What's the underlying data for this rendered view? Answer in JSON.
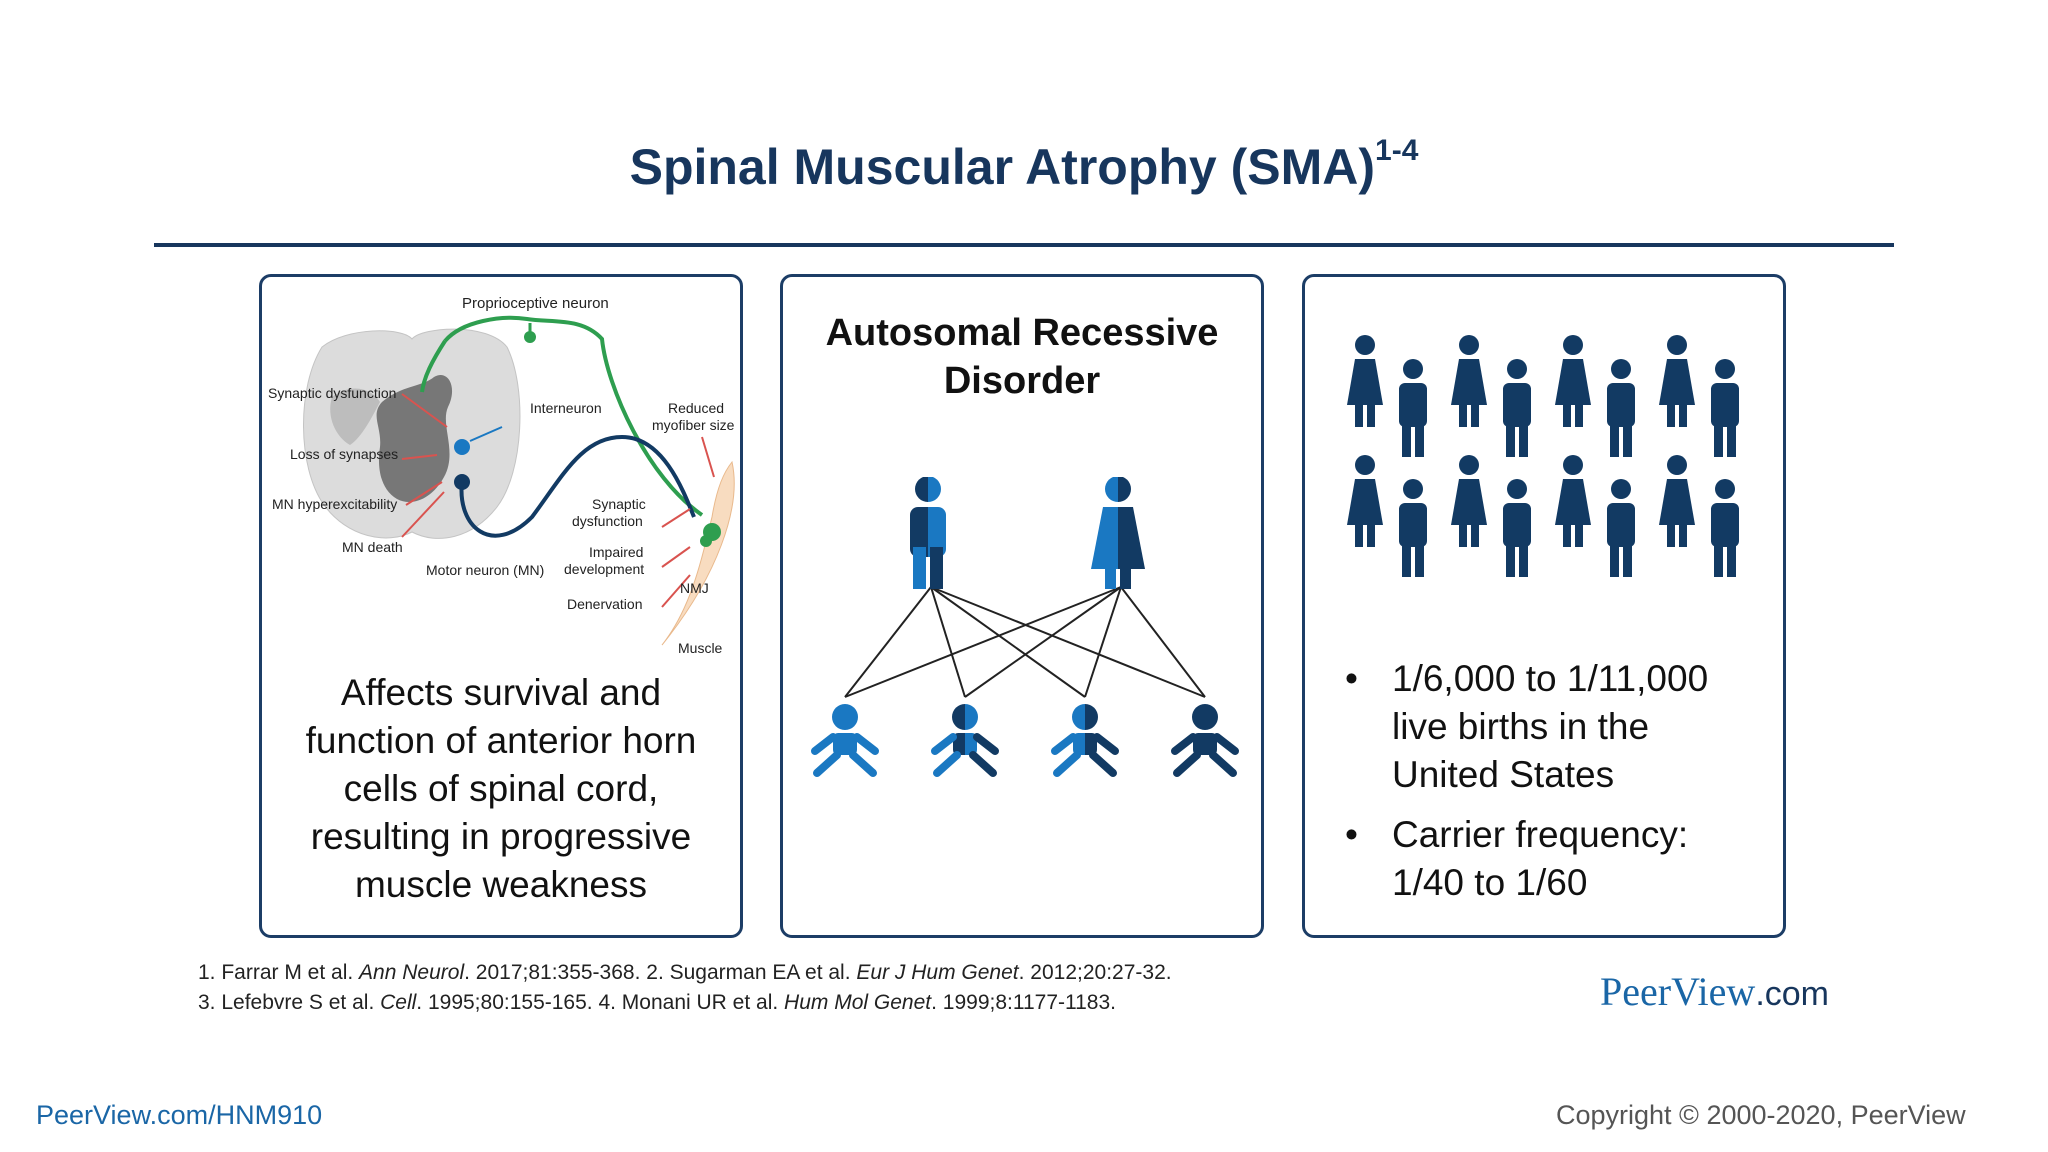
{
  "slide": {
    "title": "Spinal Muscular Atrophy (SMA)",
    "title_sup": "1-4"
  },
  "panel1": {
    "diagram_labels": {
      "proprioceptive": "Proprioceptive neuron",
      "synaptic_dysfunction_cord": "Synaptic dysfunction",
      "interneuron": "Interneuron",
      "reduced_line1": "Reduced",
      "reduced_line2": "myofiber size",
      "loss_synapses": "Loss of synapses",
      "mn_hyper": "MN hyperexcitability",
      "syn_dys_line1": "Synaptic",
      "syn_dys_line2": "dysfunction",
      "mn_death": "MN death",
      "impaired_line1": "Impaired",
      "impaired_line2": "development",
      "motor_neuron": "Motor neuron (MN)",
      "nmj": "NMJ",
      "denervation": "Denervation",
      "muscle": "Muscle"
    },
    "text_lines": [
      "Affects survival and",
      "function of anterior horn",
      "cells of spinal cord,",
      "resulting in progressive",
      "muscle weakness"
    ]
  },
  "panel2": {
    "title_line1": "Autosomal Recessive",
    "title_line2": "Disorder"
  },
  "panel3": {
    "bullet_symbol": "•",
    "bullets": [
      {
        "lines": [
          "1/6,000 to 1/11,000",
          "live births in the",
          "United States"
        ]
      },
      {
        "lines": [
          "Carrier frequency:",
          "1/40 to 1/60"
        ]
      }
    ]
  },
  "references": {
    "line1": [
      {
        "t": "1. Farrar M et al. ",
        "i": false
      },
      {
        "t": "Ann Neurol",
        "i": true
      },
      {
        "t": ". 2017;81:355-368. 2. Sugarman EA et al. ",
        "i": false
      },
      {
        "t": "Eur J Hum Genet",
        "i": true
      },
      {
        "t": ". 2012;20:27-32.",
        "i": false
      }
    ],
    "line2": [
      {
        "t": "3. Lefebvre S et al. ",
        "i": false
      },
      {
        "t": "Cell",
        "i": true
      },
      {
        "t": ". 1995;80:155-165. 4. Monani UR et al. ",
        "i": false
      },
      {
        "t": "Hum Mol Genet",
        "i": true
      },
      {
        "t": ". 1999;8:1177-1183.",
        "i": false
      }
    ]
  },
  "brand": {
    "name": "PeerView",
    "domain": ".com"
  },
  "footer": {
    "url": "PeerView.com/HNM910",
    "copyright": "Copyright © 2000-2020, PeerView"
  },
  "colors": {
    "navy": "#17365d",
    "dark_blue": "#123a63",
    "medium_blue": "#1a78c2",
    "green": "#2e9e4f",
    "red": "#d9534f",
    "muscle": "#f8dcc0"
  }
}
